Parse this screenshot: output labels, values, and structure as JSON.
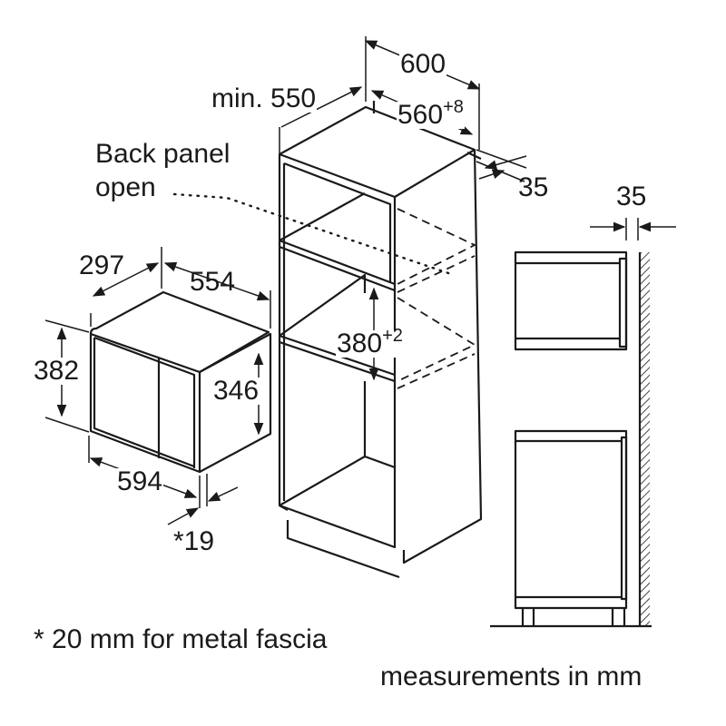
{
  "dimensions": {
    "cabinet_width": "600",
    "cabinet_depth": "min. 550",
    "niche_width": "560",
    "niche_width_tol": "+8",
    "back_gap": "35",
    "side_gap": "35",
    "niche_height": "380",
    "niche_height_tol": "+2",
    "appliance_depth": "297",
    "appliance_width_side": "554",
    "appliance_height": "382",
    "appliance_inner_height": "346",
    "appliance_width": "594",
    "fascia": "*19"
  },
  "labels": {
    "back_panel_line1": "Back panel",
    "back_panel_line2": "open",
    "footnote": "* 20 mm for metal fascia",
    "units_note": "measurements in mm"
  }
}
